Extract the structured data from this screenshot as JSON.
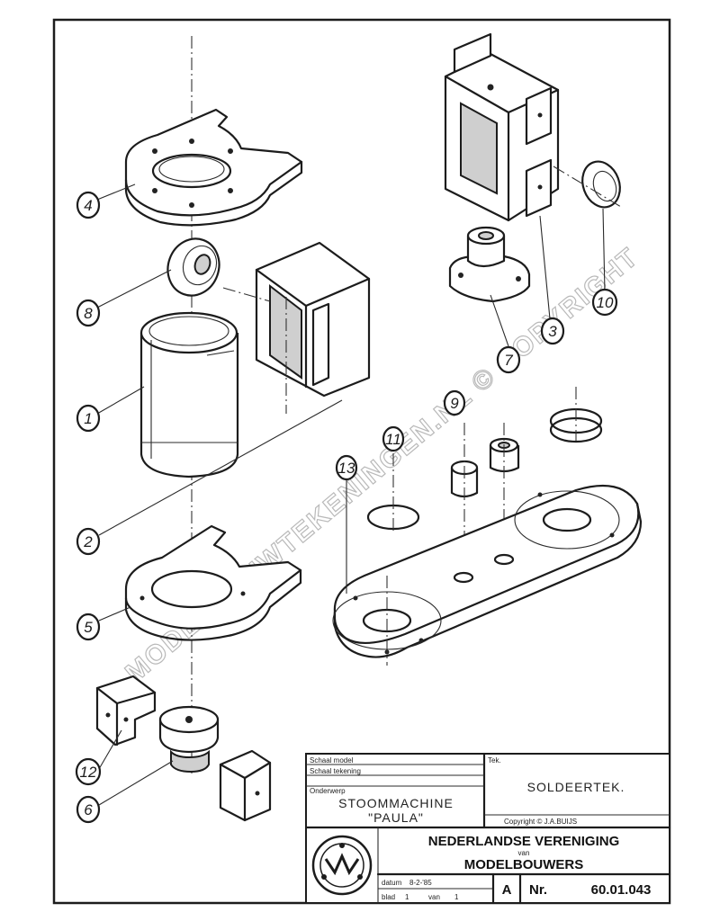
{
  "parts": [
    {
      "id": "p4",
      "label": "4"
    },
    {
      "id": "p8",
      "label": "8"
    },
    {
      "id": "p1",
      "label": "1"
    },
    {
      "id": "p2",
      "label": "2"
    },
    {
      "id": "p5",
      "label": "5"
    },
    {
      "id": "p3",
      "label": "3"
    },
    {
      "id": "p6",
      "label": "6"
    },
    {
      "id": "p7",
      "label": "7"
    },
    {
      "id": "p9",
      "label": "9"
    },
    {
      "id": "p10",
      "label": "10"
    },
    {
      "id": "p11",
      "label": "11"
    },
    {
      "id": "p12",
      "label": "12"
    },
    {
      "id": "p13",
      "label": "13"
    }
  ],
  "watermark": "MODELBOUWTEKENINGEN.NL © COPYRIGHT",
  "title_block": {
    "field_label_1": "Schaal model",
    "field_label_2": "Schaal tekening",
    "field_label_3": "Onderwerp",
    "subject_line_1": "STOOMMACHINE",
    "subject_line_2": "\"PAULA\"",
    "drawing_label": "Tek.",
    "drawing_value": "SOLDEERTEK.",
    "copyright": "Copyright © J.A.BUIJS",
    "org_line_1": "NEDERLANDSE VERENIGING",
    "org_line_2": "van",
    "org_line_3": "MODELBOUWERS",
    "date_label": "datum",
    "date_value": "8-2-'85",
    "sheet_label": "blad",
    "sheet_value": "1",
    "sheet_of_label": "van",
    "sheet_of_value": "1",
    "format": "A",
    "number_label": "Nr.",
    "number_value": "60.01.043"
  }
}
